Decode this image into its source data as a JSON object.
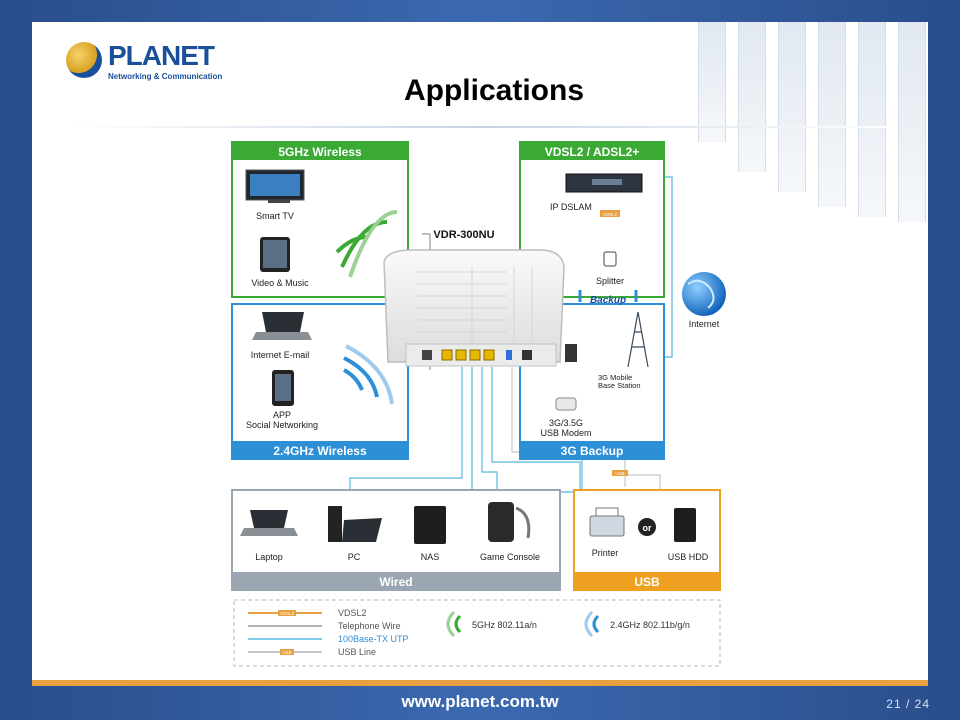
{
  "brand": {
    "logo_name": "PLANET",
    "logo_tagline": "Networking & Communication"
  },
  "slide": {
    "title": "Applications"
  },
  "device": {
    "model": "VDR-300NU"
  },
  "panels": {
    "wireless5": {
      "header": "5GHz Wireless",
      "items": [
        "Smart TV",
        "Video & Music"
      ]
    },
    "wireless24": {
      "header": "2.4GHz Wireless",
      "items": [
        "Internet E-mail",
        "APP\nSocial Networking"
      ]
    },
    "vdsl": {
      "header": "VDSL2 / ADSL2+",
      "items": [
        "IP DSLAM",
        "Splitter"
      ]
    },
    "backup3g": {
      "header": "3G Backup",
      "items": [
        "3G Mobile\nBase Station",
        "3G/3.5G\nUSB Modem"
      ]
    },
    "wired": {
      "header": "Wired",
      "items": [
        "Laptop",
        "PC",
        "NAS",
        "Game Console"
      ]
    },
    "usb": {
      "header": "USB",
      "items": [
        "Printer",
        "USB HDD"
      ],
      "or_label": "or"
    }
  },
  "labels": {
    "internet": "Internet",
    "backup": "Backup",
    "vdsl_tag": "VDSL2",
    "usb_tag": "USB"
  },
  "legend": {
    "lines": [
      {
        "label": "VDSL2",
        "color": "#e8a040",
        "tag": "VDSL2"
      },
      {
        "label": "Telephone Wire",
        "color": "#9a9a9a"
      },
      {
        "label": "100Base-TX UTP",
        "color": "#55b8e0"
      },
      {
        "label": "USB Line",
        "color": "#c8c8c8",
        "tag": "USB"
      }
    ],
    "wifi5": "5GHz 802.11a/n",
    "wifi24": "2.4GHz 802.11b/g/n"
  },
  "footer": {
    "url": "www.planet.com.tw",
    "page": "21 / 24"
  },
  "colors": {
    "green": "#3aaa35",
    "blue": "#2d8fd6",
    "orange": "#f0a020",
    "gray": "#9aa6b2",
    "cable": "#55b8e0"
  }
}
